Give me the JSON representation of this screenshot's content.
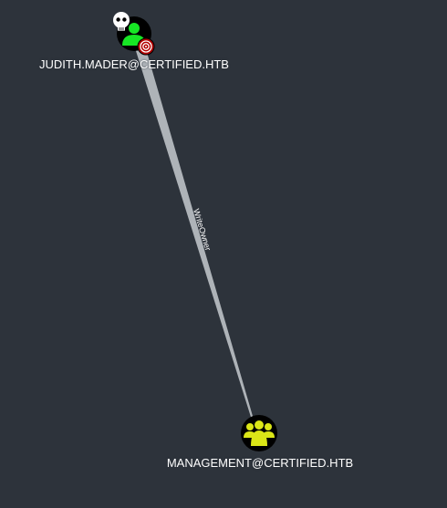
{
  "graph": {
    "source_node": {
      "label": "JUDITH.MADER@CERTIFIED.HTB",
      "type_icon": "user-icon",
      "badges": [
        "skull-icon",
        "target-icon"
      ],
      "colors": {
        "node": "#000000",
        "icon": "#17e625",
        "target_badge": "#b30000"
      }
    },
    "target_node": {
      "label": "MANAGEMENT@CERTIFIED.HTB",
      "type_icon": "group-icon",
      "colors": {
        "node": "#000000",
        "icon": "#dbe617"
      }
    },
    "edge": {
      "label": "WriteOwner",
      "color": "#aeb3b8"
    },
    "background_color": "#2d333b"
  }
}
